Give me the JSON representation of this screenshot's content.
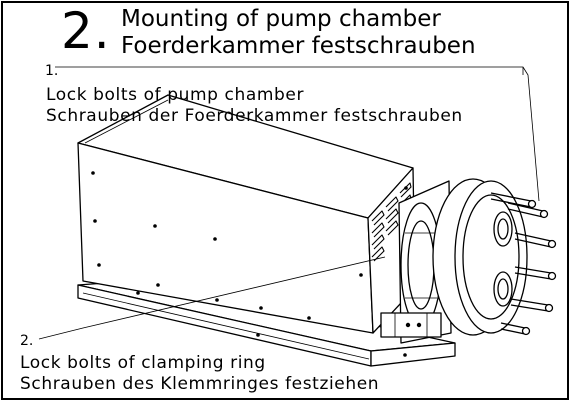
{
  "title": {
    "step_number": "2.",
    "english": "Mounting of pump chamber",
    "german": "Foerderkammer festschrauben"
  },
  "callouts": [
    {
      "number": "1.",
      "english": "Lock bolts of pump chamber",
      "german": "Schrauben der Foerderkammer festschrauben"
    },
    {
      "number": "2.",
      "english": "Lock bolts of clamping ring",
      "german": "Schrauben des Klemmringes festziehen"
    }
  ],
  "colors": {
    "line": "#000000",
    "background": "#ffffff"
  }
}
